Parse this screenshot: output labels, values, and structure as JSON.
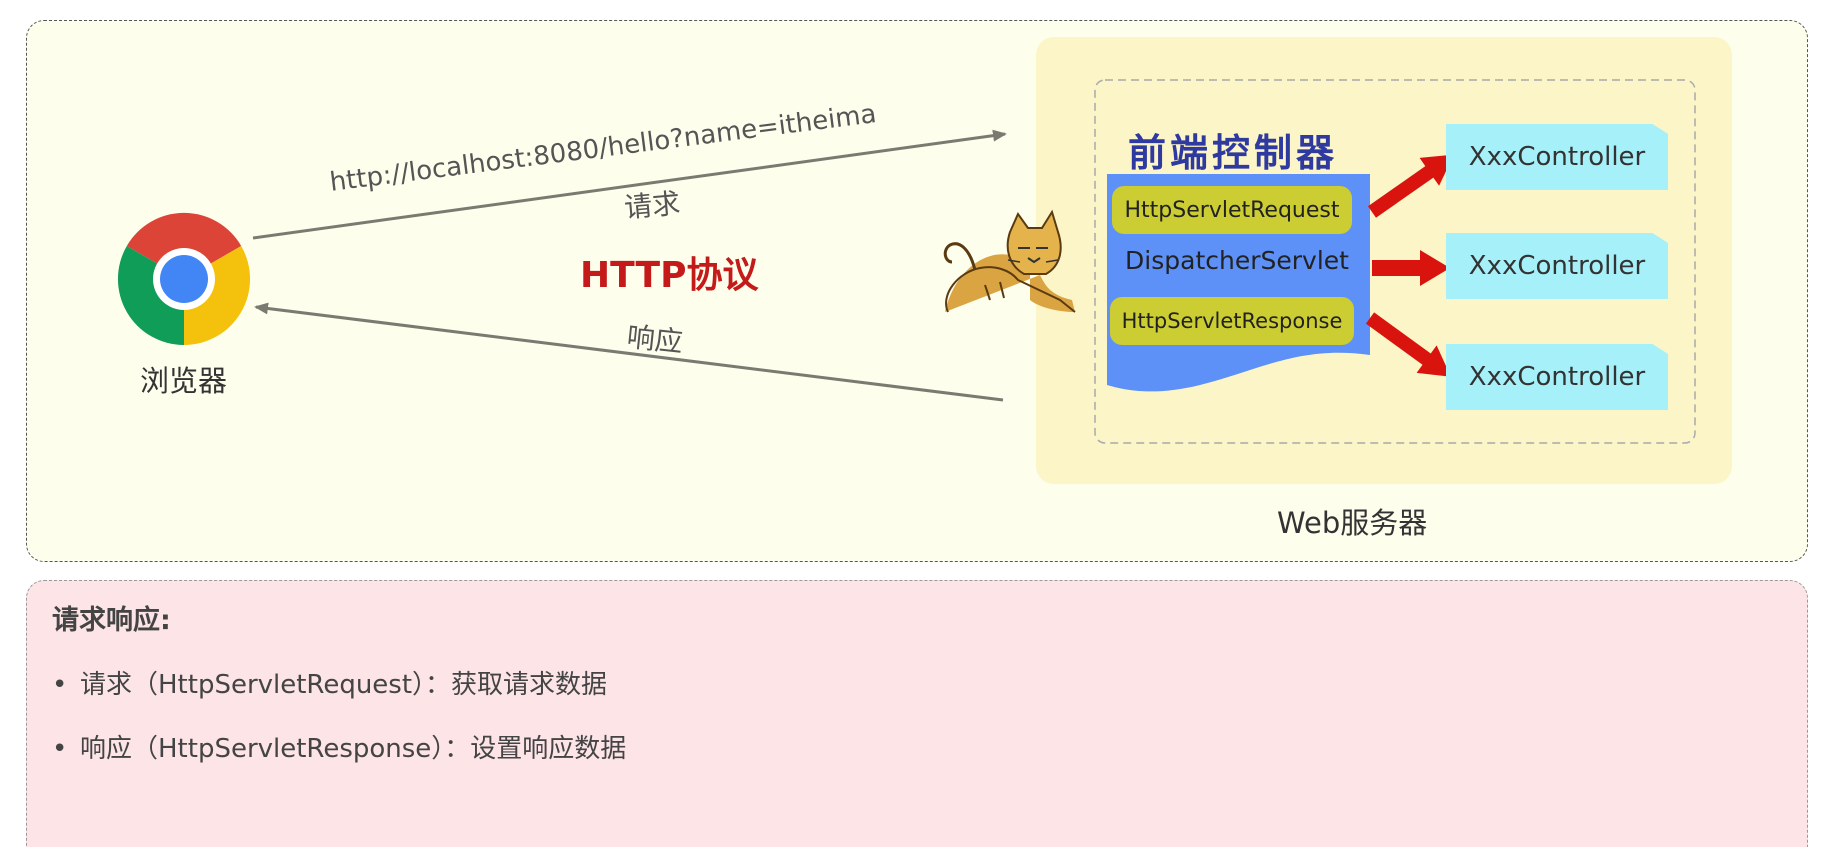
{
  "diagram": {
    "browser_label": "浏览器",
    "request_url": "http://localhost:8080/hello?name=itheima",
    "request_label": "请求",
    "response_label": "响应",
    "protocol_label": "HTTP协议",
    "web_server_label": "Web服务器",
    "front_controller_title": "前端控制器",
    "request_object": "HttpServletRequest",
    "dispatcher": "DispatcherServlet",
    "response_object": "HttpServletResponse",
    "controllers": [
      "XxxController",
      "XxxController",
      "XxxController"
    ],
    "colors": {
      "browser_panel": "#fefeed",
      "server_panel": "#fcf5c7",
      "dispatcher_block": "#5d91f7",
      "pill": "#cccc33",
      "controller": "#a6f1f9",
      "red_arrow": "#d9140f",
      "http_text": "#c41a1a",
      "title_text": "#2e3aa0",
      "notes_panel": "#fce4e7"
    }
  },
  "notes": {
    "title": "请求响应:",
    "items": [
      "请求（HttpServletRequest）：获取请求数据",
      "响应（HttpServletResponse）：设置响应数据"
    ]
  }
}
